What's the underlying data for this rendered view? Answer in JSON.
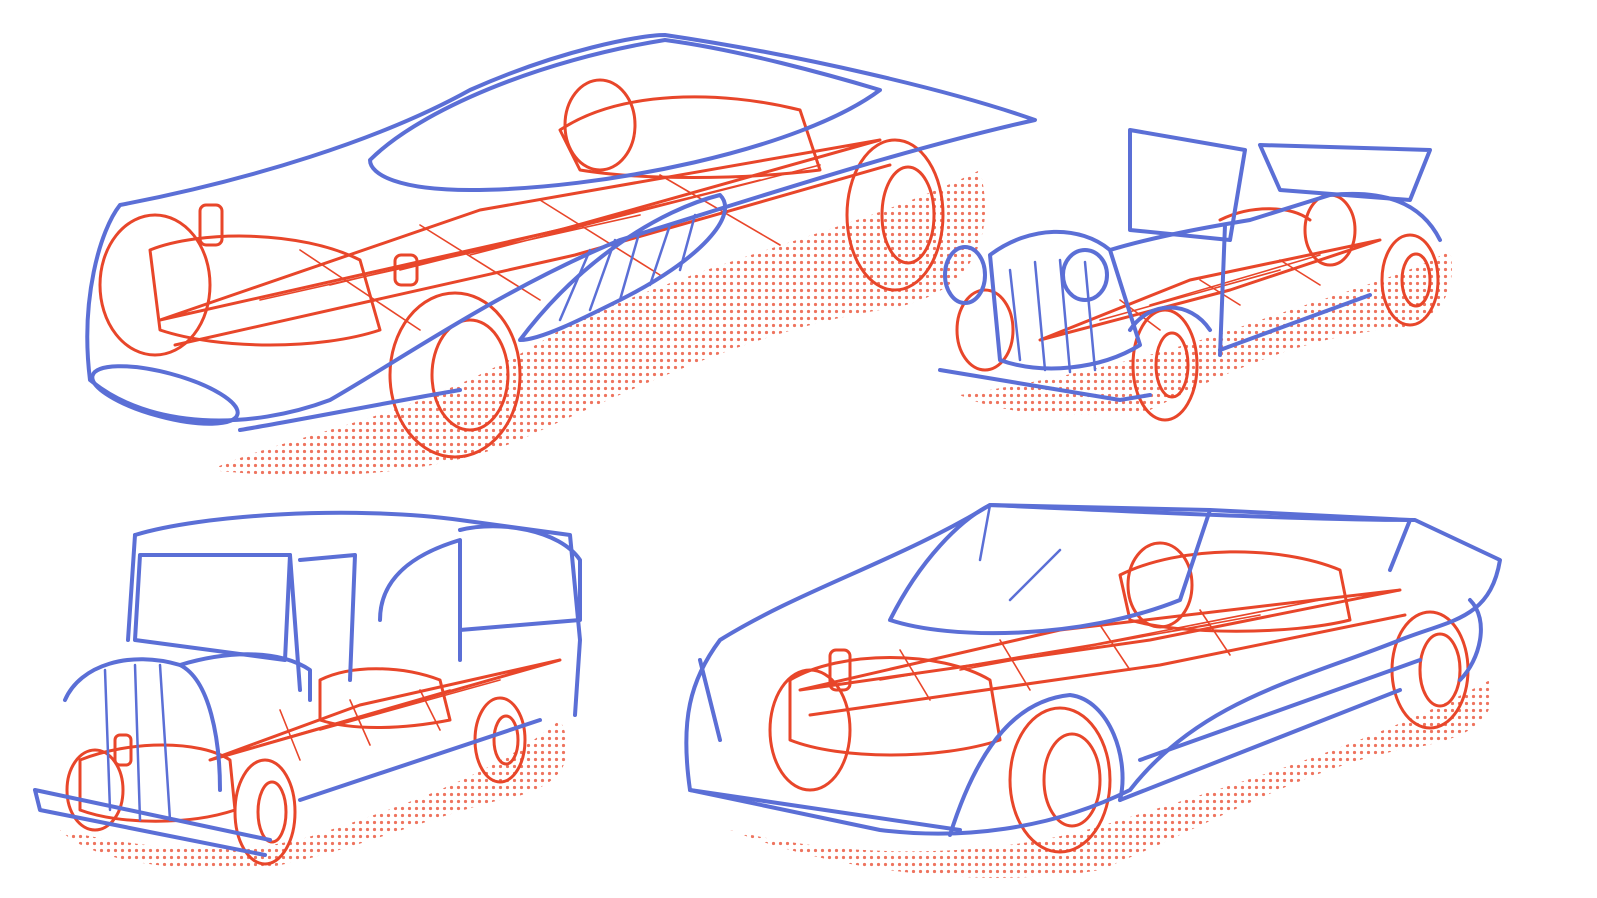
{
  "artwork": {
    "subject": "car-concept-sketches",
    "colors": {
      "outline_blue": "#5b6fd6",
      "chassis_red": "#e8462a",
      "background": "#ffffff"
    },
    "sketches": [
      {
        "id": "futuristic-coupe"
      },
      {
        "id": "vintage-roadster"
      },
      {
        "id": "delivery-truck"
      },
      {
        "id": "sports-convertible"
      }
    ]
  }
}
